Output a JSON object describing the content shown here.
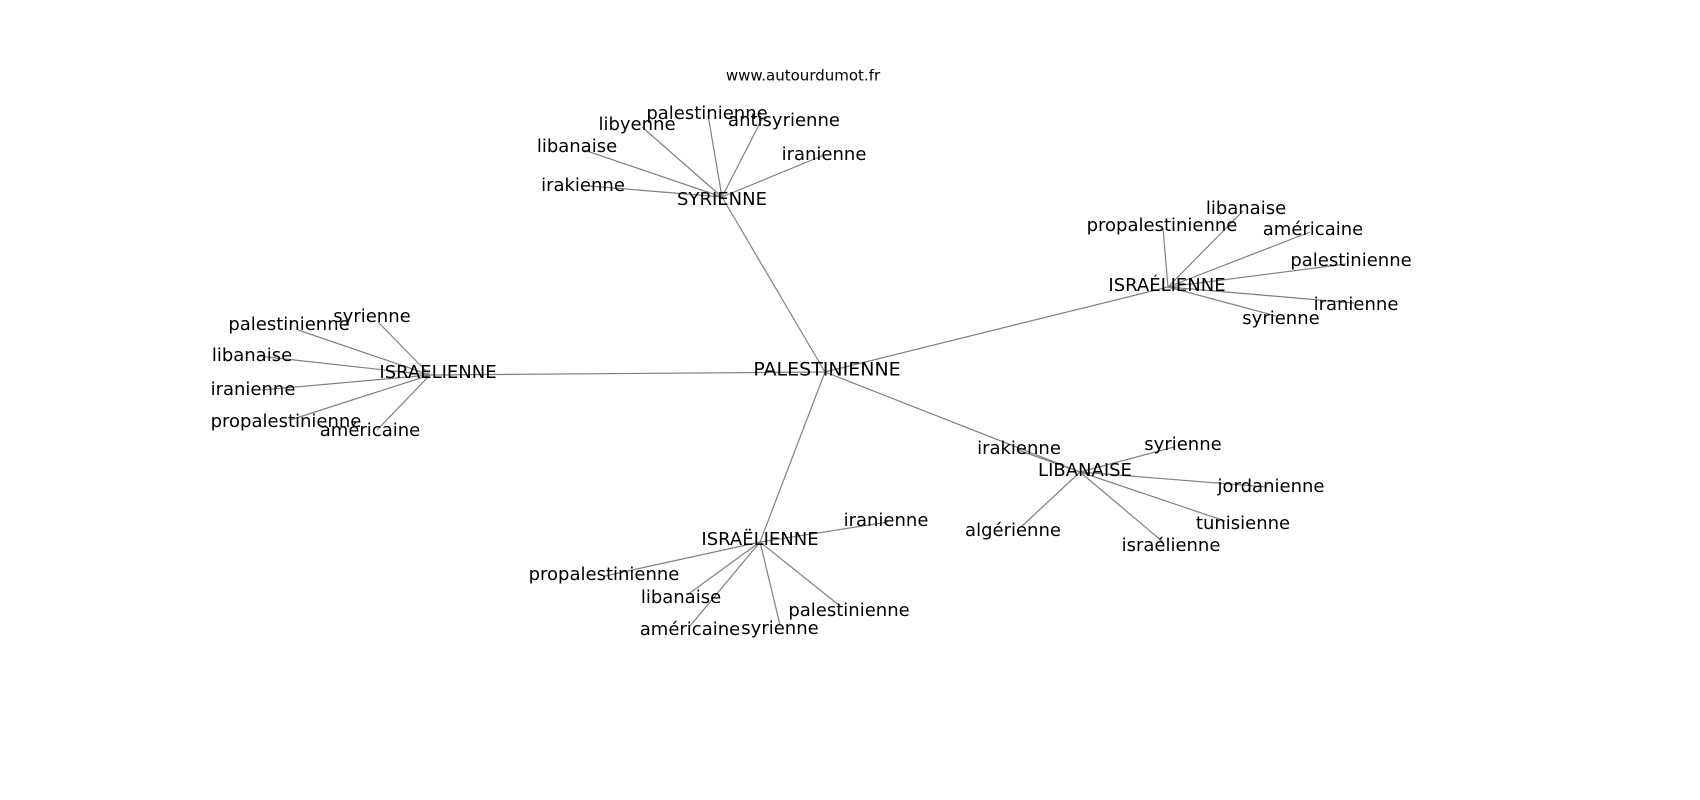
{
  "source_label": "www.autourdumot.fr",
  "colors": {
    "edge": "#808080",
    "text": "#000000",
    "background": "#ffffff"
  },
  "center": {
    "label": "PALESTINIENNE"
  },
  "clusters": [
    {
      "label": "SYRIENNE",
      "leaves": [
        "palestinienne",
        "libyenne",
        "antisyrienne",
        "libanaise",
        "iranienne",
        "irakienne"
      ]
    },
    {
      "label": "ISRAÉLIENNE",
      "leaves": [
        "libanaise",
        "propalestinienne",
        "américaine",
        "palestinienne",
        "iranienne",
        "syrienne"
      ]
    },
    {
      "label": "ISRAELIENNE",
      "leaves": [
        "syrienne",
        "palestinienne",
        "libanaise",
        "iranienne",
        "propalestinienne",
        "américaine"
      ]
    },
    {
      "label": "LIBANAISE",
      "leaves": [
        "irakienne",
        "syrienne",
        "jordanienne",
        "tunisienne",
        "algérienne",
        "israélienne"
      ]
    },
    {
      "label": "ISRAËLIENNE",
      "leaves": [
        "iranienne",
        "propalestinienne",
        "libanaise",
        "palestinienne",
        "américaine",
        "syrienne"
      ]
    }
  ]
}
